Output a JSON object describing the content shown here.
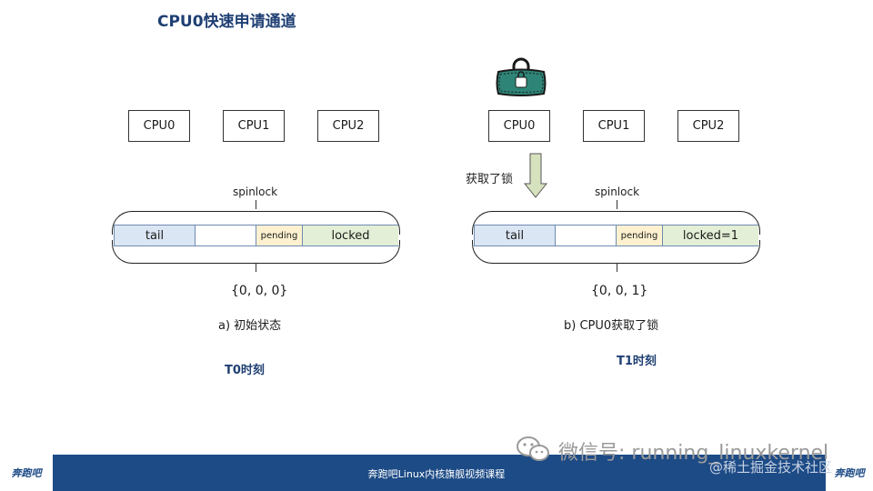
{
  "title": "CPU0快速申请通道",
  "left": {
    "cpus": [
      "CPU0",
      "CPU1",
      "CPU2"
    ],
    "spinlock_label": "spinlock",
    "fields": {
      "tail": "tail",
      "pending": "pending",
      "locked": "locked"
    },
    "tuple": "{0, 0, 0}",
    "caption": "a) 初始状态",
    "time": "T0时刻"
  },
  "right": {
    "cpus": [
      "CPU0",
      "CPU1",
      "CPU2"
    ],
    "arrow_label": "获取了锁",
    "spinlock_label": "spinlock",
    "fields": {
      "tail": "tail",
      "pending": "pending",
      "locked": "locked=1"
    },
    "tuple": "{0, 0, 1}",
    "caption": "b) CPU0获取了锁",
    "time": "T1时刻"
  },
  "colors": {
    "tail": "#dae6f3",
    "pending": "#fdf1cf",
    "locked": "#e3efd6",
    "lock_icon": "#2e8577",
    "arrow": "#d6e2be",
    "footer": "#1d4b86",
    "title": "#1f3f73"
  },
  "footer": {
    "text": "奔跑吧Linux内核旗舰视频课程",
    "logo_text": "奔跑吧"
  },
  "watermark": {
    "wechat": "微信号: running_linuxkernel",
    "juejin": "@稀土掘金技术社区"
  }
}
